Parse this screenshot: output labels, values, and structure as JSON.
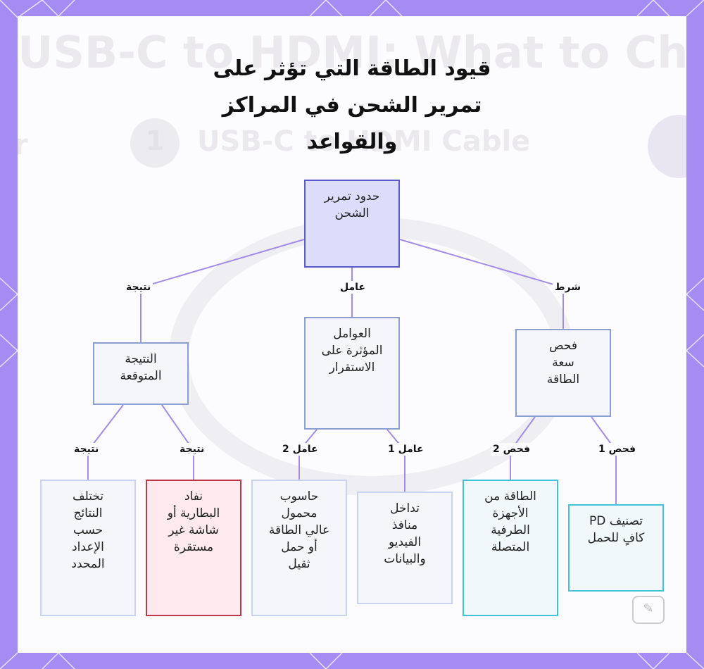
{
  "title_lines": [
    "قيود الطاقة التي تؤثر على",
    "تمرير الشحن في المراكز",
    "والقواعد"
  ],
  "background": {
    "heading": "USB-C to HDMI: What to Choose",
    "subheading": "USB-C to HDMI Cable",
    "left_badge": "r",
    "badge_number": "1"
  },
  "colors": {
    "frame": "#a48cf2",
    "root_fill": "#dcdcfb",
    "root_border": "#5a5ac8",
    "node_fill": "#f4f6fc",
    "node_border": "#8a9fd0",
    "cyan_border": "#45c3d6",
    "cyan_fill": "#f1f8fb",
    "red_border": "#c0364a",
    "red_fill": "#fde9ee",
    "edge": "#a48ce6"
  },
  "nodes": {
    "root": [
      "حدود تمرير",
      "الشحن"
    ],
    "outcome": [
      "النتيجة",
      "المتوقعة"
    ],
    "factors": [
      "العوامل",
      "المؤثرة على",
      "الاستقرار"
    ],
    "capacity": [
      "فحص",
      "سعة",
      "الطاقة"
    ],
    "varies": [
      "تختلف",
      "النتائج",
      "حسب",
      "الإعداد",
      "المحدد"
    ],
    "battery": [
      "نفاد",
      "البطارية أو",
      "شاشة غير",
      "مستقرة"
    ],
    "laptop": [
      "حاسوب",
      "محمول",
      "عالي الطاقة",
      "أو حمل",
      "ثقيل"
    ],
    "interference": [
      "تداخل",
      "منافذ",
      "الفيديو",
      "والبيانات"
    ],
    "peripherals": [
      "الطاقة من",
      "الأجهزة",
      "الطرفية",
      "المتصلة"
    ],
    "pd": [
      "تصنيف PD",
      "كافٍ للحمل"
    ]
  },
  "edge_labels": {
    "result_top": "نتيجة",
    "factor_top": "عامل",
    "condition": "شرط",
    "result_left": "نتيجة",
    "result_right": "نتيجة",
    "factor2": "عامل 2",
    "factor1": "عامل 1",
    "check2": "فحص 2",
    "check1": "فحص 1"
  },
  "watermark_icon": "chat-logo-icon"
}
